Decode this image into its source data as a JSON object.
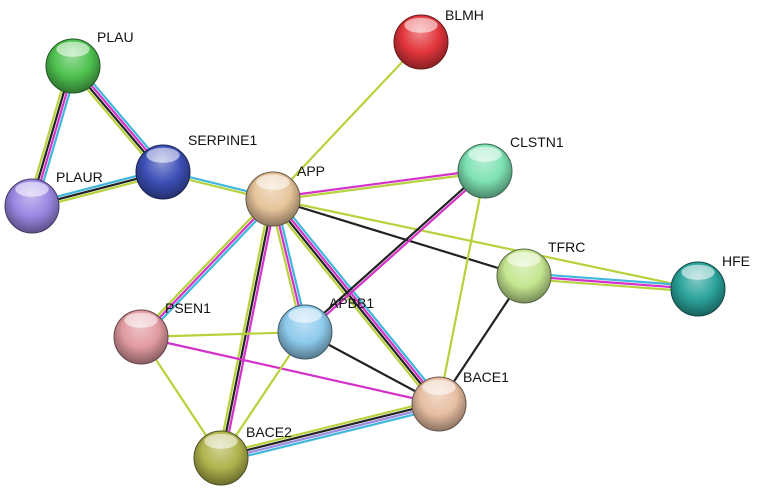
{
  "diagram": {
    "type": "protein-interaction-network",
    "edge_colors": {
      "cyan": "#3fb6dc",
      "magenta": "#d331c9",
      "black": "#222222",
      "yellowgreen": "#b7d23c",
      "lavender": "#9b88e0"
    },
    "nodes": [
      {
        "id": "PLAU",
        "label": "PLAU",
        "color": "#4ec24f"
      },
      {
        "id": "PLAUR",
        "label": "PLAUR",
        "color": "#9a86e2"
      },
      {
        "id": "SERPINE1",
        "label": "SERPINE1",
        "color": "#3c4fb6"
      },
      {
        "id": "BLMH",
        "label": "BLMH",
        "color": "#e2353b"
      },
      {
        "id": "APP",
        "label": "APP",
        "color": "#e6c49a"
      },
      {
        "id": "CLSTN1",
        "label": "CLSTN1",
        "color": "#7ee2b3"
      },
      {
        "id": "TFRC",
        "label": "TFRC",
        "color": "#c4e690"
      },
      {
        "id": "HFE",
        "label": "HFE",
        "color": "#2aa39b"
      },
      {
        "id": "PSEN1",
        "label": "PSEN1",
        "color": "#e09aa0"
      },
      {
        "id": "APBB1",
        "label": "APBB1",
        "color": "#8ecbec"
      },
      {
        "id": "BACE1",
        "label": "BACE1",
        "color": "#e7bfa2"
      },
      {
        "id": "BACE2",
        "label": "BACE2",
        "color": "#b0b34c"
      }
    ],
    "edges": [
      {
        "source": "PLAU",
        "target": "PLAUR",
        "evidence": [
          "cyan",
          "magenta",
          "black",
          "yellowgreen"
        ]
      },
      {
        "source": "PLAU",
        "target": "SERPINE1",
        "evidence": [
          "cyan",
          "magenta",
          "black",
          "yellowgreen"
        ]
      },
      {
        "source": "PLAUR",
        "target": "SERPINE1",
        "evidence": [
          "cyan",
          "black",
          "yellowgreen"
        ]
      },
      {
        "source": "SERPINE1",
        "target": "APP",
        "evidence": [
          "cyan",
          "yellowgreen"
        ]
      },
      {
        "source": "BLMH",
        "target": "APP",
        "evidence": [
          "yellowgreen"
        ]
      },
      {
        "source": "APP",
        "target": "CLSTN1",
        "evidence": [
          "magenta",
          "yellowgreen"
        ]
      },
      {
        "source": "APP",
        "target": "TFRC",
        "evidence": [
          "black"
        ]
      },
      {
        "source": "APP",
        "target": "PSEN1",
        "evidence": [
          "cyan",
          "magenta",
          "yellowgreen"
        ]
      },
      {
        "source": "APP",
        "target": "APBB1",
        "evidence": [
          "cyan",
          "magenta",
          "yellowgreen"
        ]
      },
      {
        "source": "APP",
        "target": "BACE1",
        "evidence": [
          "cyan",
          "magenta",
          "black",
          "yellowgreen"
        ]
      },
      {
        "source": "APP",
        "target": "BACE2",
        "evidence": [
          "magenta",
          "black",
          "yellowgreen"
        ]
      },
      {
        "source": "APP",
        "target": "HFE",
        "evidence": [
          "yellowgreen"
        ]
      },
      {
        "source": "CLSTN1",
        "target": "APBB1",
        "evidence": [
          "magenta",
          "black"
        ]
      },
      {
        "source": "CLSTN1",
        "target": "BACE1",
        "evidence": [
          "yellowgreen"
        ]
      },
      {
        "source": "TFRC",
        "target": "HFE",
        "evidence": [
          "cyan",
          "magenta",
          "yellowgreen"
        ]
      },
      {
        "source": "TFRC",
        "target": "BACE1",
        "evidence": [
          "black"
        ]
      },
      {
        "source": "PSEN1",
        "target": "APBB1",
        "evidence": [
          "yellowgreen"
        ]
      },
      {
        "source": "PSEN1",
        "target": "BACE1",
        "evidence": [
          "magenta"
        ]
      },
      {
        "source": "PSEN1",
        "target": "BACE2",
        "evidence": [
          "yellowgreen"
        ]
      },
      {
        "source": "APBB1",
        "target": "BACE1",
        "evidence": [
          "black"
        ]
      },
      {
        "source": "BACE1",
        "target": "BACE2",
        "evidence": [
          "cyan",
          "lavender",
          "black",
          "yellowgreen"
        ]
      },
      {
        "source": "BACE2",
        "target": "APBB1",
        "evidence": [
          "yellowgreen"
        ]
      }
    ]
  }
}
